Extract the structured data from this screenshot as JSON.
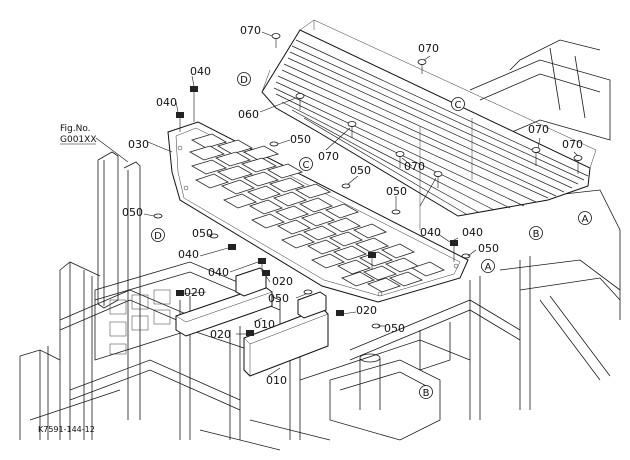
{
  "figure_ref": {
    "line1": "Fig.No.",
    "line2": "G001XX"
  },
  "footer_code": "K7591-144-12",
  "callouts": [
    {
      "id": "070a",
      "text": "070"
    },
    {
      "id": "070b",
      "text": "070"
    },
    {
      "id": "040a",
      "text": "040"
    },
    {
      "id": "040b",
      "text": "040"
    },
    {
      "id": "060",
      "text": "060"
    },
    {
      "id": "030",
      "text": "030"
    },
    {
      "id": "050a",
      "text": "050"
    },
    {
      "id": "070c",
      "text": "070"
    },
    {
      "id": "050b",
      "text": "050"
    },
    {
      "id": "070d",
      "text": "070"
    },
    {
      "id": "070e",
      "text": "070"
    },
    {
      "id": "070f",
      "text": "070"
    },
    {
      "id": "050c",
      "text": "050"
    },
    {
      "id": "050d",
      "text": "050"
    },
    {
      "id": "050e",
      "text": "050"
    },
    {
      "id": "040c",
      "text": "040"
    },
    {
      "id": "040d",
      "text": "040"
    },
    {
      "id": "040e",
      "text": "040"
    },
    {
      "id": "040f",
      "text": "040"
    },
    {
      "id": "050f",
      "text": "050"
    },
    {
      "id": "020a",
      "text": "020"
    },
    {
      "id": "020b",
      "text": "020"
    },
    {
      "id": "050g",
      "text": "050"
    },
    {
      "id": "020c",
      "text": "020"
    },
    {
      "id": "020d",
      "text": "020"
    },
    {
      "id": "010a",
      "text": "010"
    },
    {
      "id": "050h",
      "text": "050"
    },
    {
      "id": "010b",
      "text": "010"
    }
  ],
  "markers": [
    {
      "id": "D1",
      "text": "D"
    },
    {
      "id": "C1",
      "text": "C"
    },
    {
      "id": "C2",
      "text": "C"
    },
    {
      "id": "D2",
      "text": "D"
    },
    {
      "id": "A1",
      "text": "A"
    },
    {
      "id": "A2",
      "text": "A"
    },
    {
      "id": "B1",
      "text": "B"
    },
    {
      "id": "B2",
      "text": "B"
    }
  ]
}
